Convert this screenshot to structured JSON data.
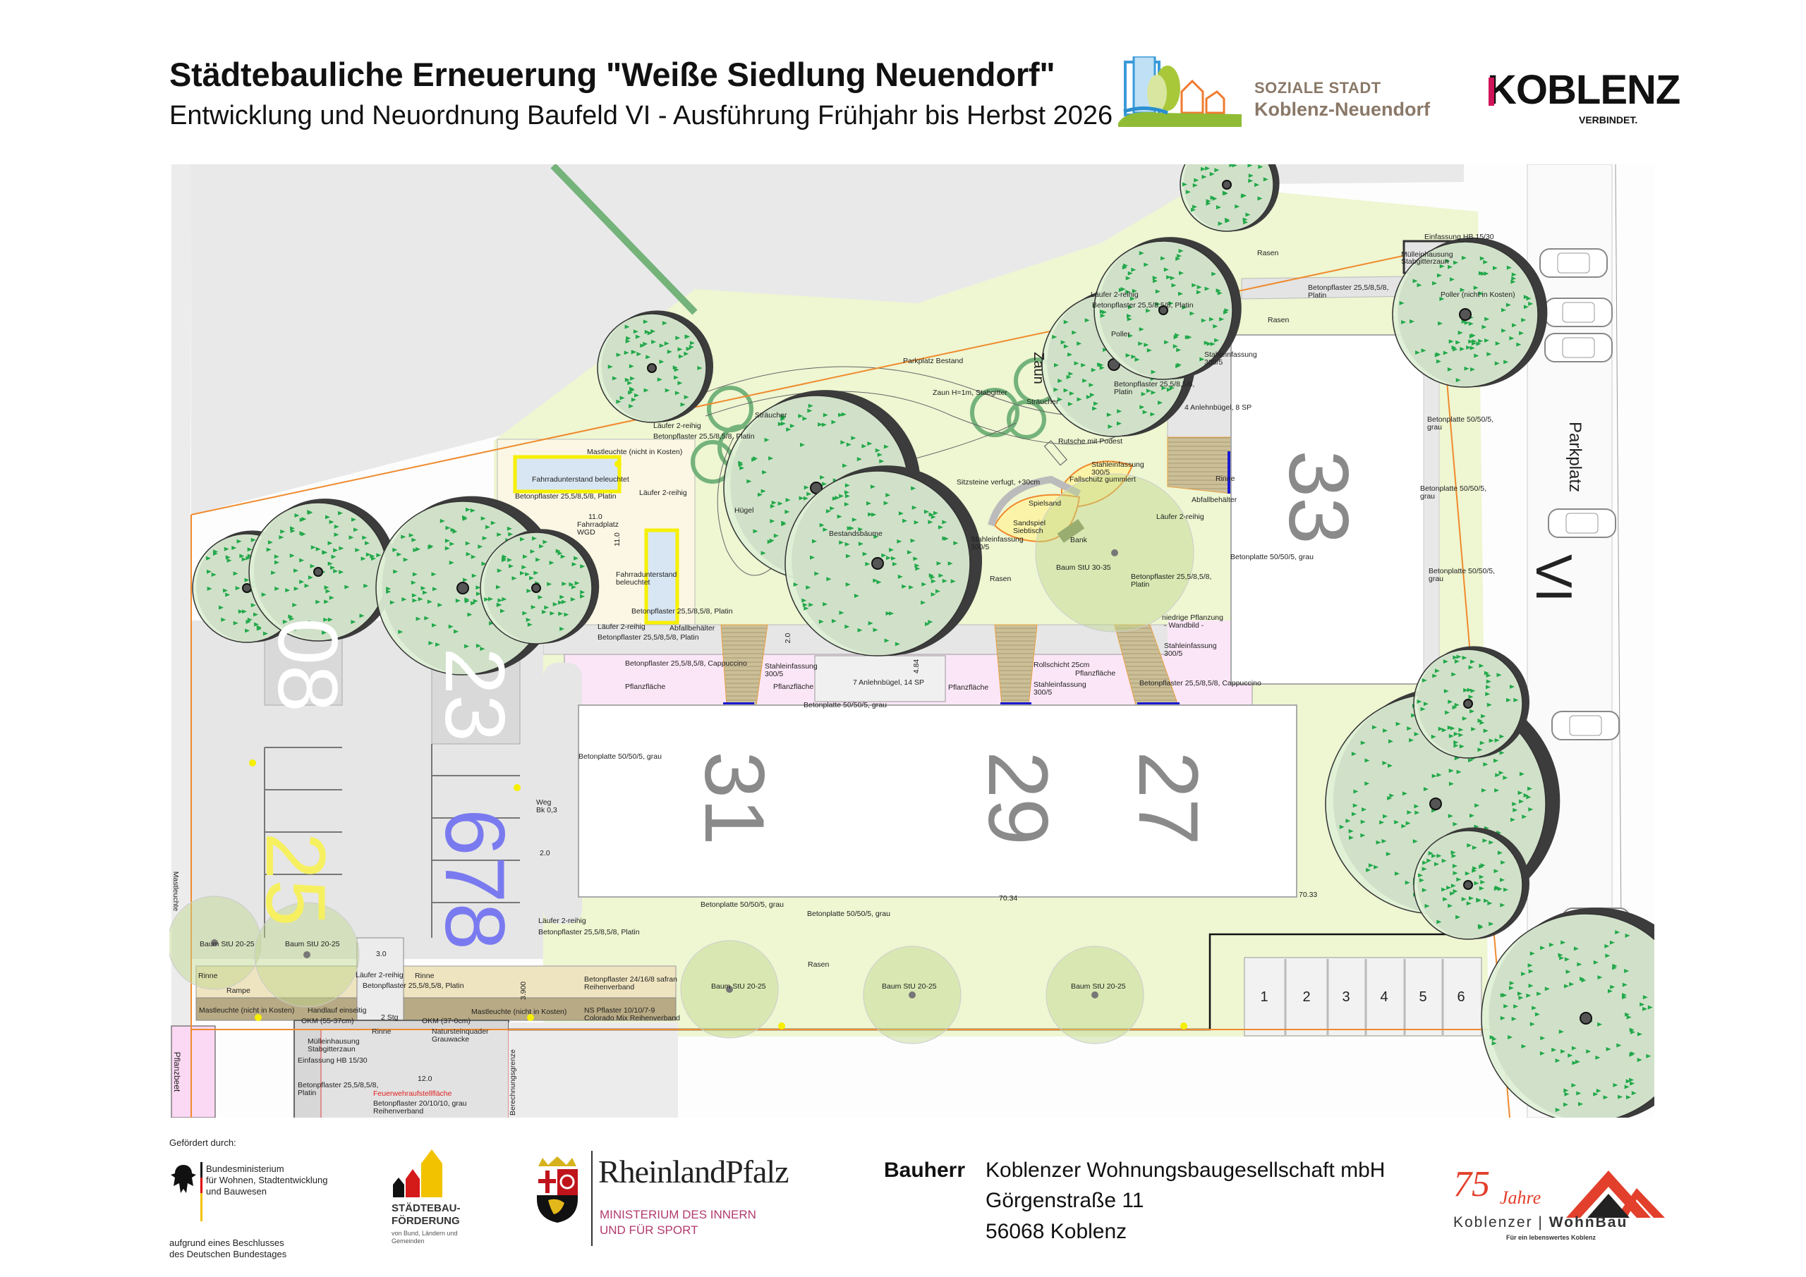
{
  "header": {
    "title": "Städtebauliche Erneuerung \"Weiße Siedlung Neuendorf\"",
    "subtitle": "Entwicklung und Neuordnung Baufeld VI - Ausführung Frühjahr bis Herbst 2026",
    "logo_soziale_stadt": {
      "line1": "SOZIALE STADT",
      "line2": "Koblenz-Neuendorf"
    },
    "logo_koblenz": {
      "wordmark": "KOBLENZ",
      "tagline": "VERBINDET."
    }
  },
  "plan": {
    "buildings": {
      "b31": "31",
      "b29": "29",
      "b27": "27",
      "b33": "33",
      "b08": "08",
      "b23": "23",
      "b25": "25",
      "b678": "678"
    },
    "field": "VI",
    "parkplatz": "Parkplatz",
    "zaun": "Zaun",
    "mastleuchte_vertical": "Mastleuchte",
    "pflanzbeet": "Pflanzbeet",
    "berechnungsgrenze": "Berechnungsgrenze",
    "dim_48": "4.84",
    "dim_20": "2.0",
    "dim_11v": "11.0",
    "dim_3900": "3.900",
    "parking_slots": [
      "1",
      "2",
      "3",
      "4",
      "5",
      "6"
    ],
    "labels": [
      "Parkplatz Bestand",
      "Zaun H=1m, Stabgitter",
      "Sträucher",
      "Rutsche mit Podest",
      "Stahleinfassung",
      "300/5",
      "Fallschutz gummiert",
      "Sitzsteine verfugt, +30cm",
      "Spielsand",
      "Sandspiel",
      "Siebtisch",
      "Bank",
      "Stahleinfassung",
      "300/5",
      "Baum StU 30-35",
      "Rasen",
      "Betonpflaster 25,5/8,5/8,",
      "Platin",
      "Läufer 2-reihig",
      "Abfallbehälter",
      "4 Anlehnbügel, 8 SP",
      "Betonpflaster 25,5/8,5/8,",
      "Platin",
      "niedrige Pflanzung",
      "- Wandbild -",
      "Läufer 2-reihig",
      "Betonpflaster 25,5/8,5/8, Platin",
      "Mastleuchte (nicht in Kosten)",
      "Fahrradunterstand beleuchtet",
      "Betonpflaster 25,5/8,5/8, Platin",
      "Läufer 2-reihig",
      "11.0",
      "Fahrradplatz",
      "WGD",
      "Hügel",
      "Bestandsbäume",
      "Fahrradunterstand",
      "beleuchtet",
      "Betonpflaster 25,5/8,5/8, Platin",
      "Läufer 2-reihig",
      "Abfallbehälter",
      "Betonpflaster 25,5/8,5/8, Platin",
      "Betonpflaster 25,5/8,5/8, Cappuccino",
      "Pflanzfläche",
      "Stahleinfassung",
      "300/5",
      "Pflanzfläche",
      "7 Anlehnbügel, 14 SP",
      "Pflanzfläche",
      "Betonplatte 50/50/5, grau",
      "Rollschicht 25cm",
      "Pflanzfläche",
      "Stahleinfassung",
      "300/5",
      "Betonpflaster 25,5/8,5/8, Cappuccino",
      "Stahleinfassung",
      "300/5",
      "Baum StU 20-25",
      "Baum StU 20-25",
      "3.0",
      "Rinne",
      "Rampe",
      "Läufer 2-reihig",
      "Rinne",
      "Betonpflaster 25,5/8,5/8, Platin",
      "Betonpflaster 24/16/8 safran",
      "Reihenverband",
      "Mastleuchte (nicht in Kosten)",
      "Handlauf einseitig",
      "2 Stg",
      "Mastleuchte (nicht in Kosten)",
      "NS Pflaster 10/10/7-9",
      "Colorado Mix Reihenverband",
      "OKM (55-37cm)",
      "OKM (37-0cm)",
      "Rinne",
      "Natursteinquader",
      "Grauwacke",
      "Mülleinhausung",
      "Stabgitterzaun",
      "Einfassung HB 15/30",
      "12.0",
      "Betonpflaster 25,5/8,5/8,",
      "Platin",
      "Feuerwehraufstellfläche",
      "Betonpflaster 20/10/10, grau",
      "Reihenverband",
      "Einfassung HB 15/30",
      "Mülleinhausung",
      "Stabgitterzaun",
      "Rasen",
      "Betonpflaster 25,5/8,5/8,",
      "Platin",
      "Poller (nicht in Kosten)",
      "Rasen",
      "Betonplatte 50/50/5,",
      "grau",
      "Betonplatte 50/50/5,",
      "grau",
      "Betonplatte 50/50/5,",
      "grau",
      "Betonplatte 50/50/5, grau",
      "Betonplatte 50/50/5, grau",
      "Weg",
      "Bk 0,3",
      "2.0",
      "Läufer 2-reihig",
      "Betonpflaster 25,5/8,5/8, Platin",
      "Betonplatte 50/50/5, grau",
      "Betonplatte 50/50/5, grau",
      "Rasen",
      "Baum StU 20-25",
      "Baum StU 20-25",
      "Baum StU 20-25",
      "70.34",
      "70.33",
      "Sträucher",
      "Läufer 2-reihig",
      "Betonpflaster 25,5/8,5/8, Platin",
      "Poller",
      "Stahleinfassung",
      "300/5",
      "Rinne"
    ]
  },
  "footer": {
    "funded_by": "Gefördert durch:",
    "bmwsb": [
      "Bundesministerium",
      "für Wohnen, Stadtentwicklung",
      "und Bauwesen"
    ],
    "bundestag": [
      "aufgrund eines Beschlusses",
      "des Deutschen Bundestages"
    ],
    "staedtebau": [
      "STÄDTEBAU-",
      "FÖRDERUNG"
    ],
    "staedtebau_small": [
      "von Bund, Ländern und",
      "Gemeinden"
    ],
    "rlp_title": "RheinlandPfalz",
    "rlp_ministry": [
      "MINISTERIUM DES INNERN",
      "UND FÜR SPORT"
    ],
    "bauherr_label": "Bauherr",
    "bauherr_lines": [
      "Koblenzer Wohnungsbaugesellschaft mbH",
      "Görgenstraße 11",
      "56068 Koblenz"
    ],
    "wohnbau": {
      "jubilee": "75",
      "jahre": "Jahre",
      "name_left": "Koblenzer",
      "name_right": "WohnBau",
      "slogan": "Für ein lebenswertes Koblenz"
    }
  },
  "colors": {
    "lawn": "#eef6d2",
    "pink": "#fbe6f7",
    "tan": "#c9b98f",
    "tree_triangle": "#22a84a",
    "property_line": "#f08a2c",
    "bike_shelter": "#f6f000"
  }
}
